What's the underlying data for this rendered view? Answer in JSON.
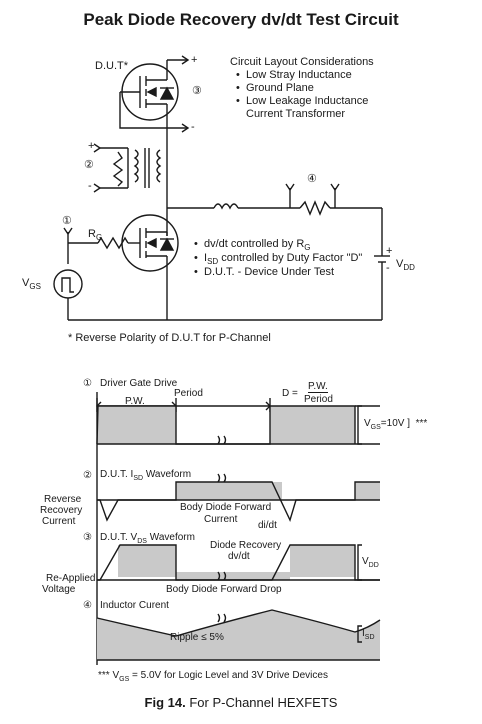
{
  "title": "Peak Diode Recovery dv/dt Test Circuit",
  "circuit": {
    "dut_label": "D.U.T*",
    "num1": "①",
    "num2": "②",
    "num3": "③",
    "num4": "④",
    "rg": "R",
    "rg_sub": "G",
    "vgs": "V",
    "vgs_sub": "GS",
    "vdd": "V",
    "vdd_sub": "DD",
    "plus": "+",
    "minus": "-",
    "layout_title": "Circuit Layout Considerations",
    "layout_items": [
      "Low Stray Inductance",
      "Ground Plane",
      "Low Leakage Inductance"
    ],
    "layout_cont": "Current Transformer",
    "notes": [
      {
        "pre": "dv/dt controlled by R",
        "sub": "G",
        "post": ""
      },
      {
        "pre": "I",
        "sub": "SD",
        "post": " controlled by Duty Factor \"D\""
      },
      {
        "pre": "D.U.T. - Device Under Test",
        "sub": "",
        "post": ""
      }
    ],
    "footnote": "*  Reverse Polarity of D.U.T  for P-Channel"
  },
  "waveforms": {
    "w1_title": "Driver Gate Drive",
    "pw": "P.W.",
    "period": "Period",
    "d_eq": "D =",
    "d_num": "P.W.",
    "d_den": "Period",
    "vgs_level": "V",
    "vgs_sub": "GS",
    "vgs_val": "=10V",
    "stars": "***",
    "w2_title_pre": "D.U.T. I",
    "w2_title_sub": "SD",
    "w2_title_post": " Waveform",
    "reverse": "Reverse",
    "recovery": "Recovery",
    "current": "Current",
    "body_diode_fwd": "Body  Diode  Forward",
    "current2": "Current",
    "didt": "di/dt",
    "w3_title_pre": "D.U.T. V",
    "w3_title_sub": "DS",
    "w3_title_post": " Waveform",
    "diode_recovery": "Diode Recovery",
    "dvdt": "dv/dt",
    "vdd_br": "V",
    "vdd_sub": "DD",
    "re_applied": "Re-Applied",
    "voltage": "Voltage",
    "body_diode_drop": "Body  Diode     Forward  Drop",
    "w4_title": "Inductor Curent",
    "ripple": "Ripple ≤ 5%",
    "isd_br": "I",
    "isd_sub": "SD",
    "bottom_note_pre": "*** V",
    "bottom_note_sub": "GS",
    "bottom_note_post": " = 5.0V for Logic Level and 3V Drive Devices"
  },
  "caption_bold": "Fig 14.",
  "caption_rest": " For P-Channel HEXFETS"
}
